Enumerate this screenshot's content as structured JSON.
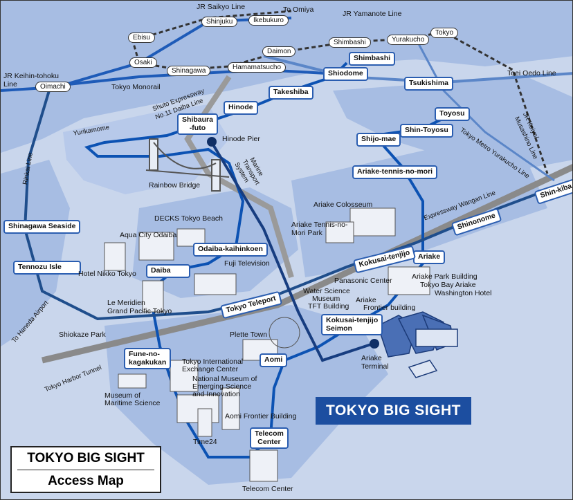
{
  "map_title": {
    "line1": "TOKYO BIG SIGHT",
    "line2": "Access Map"
  },
  "destination": "TOKYO BIG SIGHT",
  "jr_stations": {
    "shinjuku": "Shinjuku",
    "ikebukuro": "Ikebukuro",
    "ebisu": "Ebisu",
    "osaki": "Osaki",
    "shinagawa": "Shinagawa",
    "hamamatsucho": "Hamamatsucho",
    "daimon": "Daimon",
    "shimbashi_jr": "Shimbashi",
    "yurakucho": "Yurakucho",
    "tokyo": "Tokyo",
    "oimachi": "Oimachi"
  },
  "yurikamome_stations": {
    "shimbashi": "Shimbashi",
    "shiodome": "Shiodome",
    "takeshiba": "Takeshiba",
    "hinode": "Hinode",
    "shibaura_futo_1": "Shibaura",
    "shibaura_futo_2": "-futo",
    "odaiba_kaihinkoen": "Odaiba-kaihinkoen",
    "daiba": "Daiba",
    "fune_1": "Fune-no-",
    "fune_2": "kagakukan",
    "telecom_1": "Telecom",
    "telecom_2": "Center",
    "aomi": "Aomi",
    "kokusai_seimon_1": "Kokusai-tenjijo",
    "kokusai_seimon_2": "Seimon",
    "ariake": "Ariake",
    "ariake_tennis": "Ariake-tennis-no-mori",
    "shijo_mae": "Shijo-mae",
    "shin_toyosu": "Shin-Toyosu",
    "toyosu": "Toyosu"
  },
  "rinkai_stations": {
    "shinagawa_seaside": "Shinagawa Seaside",
    "tennozu_isle": "Tennozu Isle",
    "tokyo_teleport": "Tokyo Teleport",
    "kokusai_tenjijo": "Kokusai-tenjijo",
    "shinonome": "Shinonome",
    "shin_kiba": "Shin-kiba"
  },
  "other_stations": {
    "tsukishima": "Tsukishima"
  },
  "lines": {
    "jr_saikyo": "JR Saikyo Line",
    "to_omiya": "To Omiya",
    "jr_yamanote": "JR Yamanote Line",
    "jr_keihin_1": "JR Keihin-tohoku",
    "jr_keihin_2": "Line",
    "tokyo_monorail": "Tokyo Monorail",
    "toei_oedo": "Toei Oedo Line",
    "shuto_1": "Shuto Expressway",
    "shuto_2": "No.11 Daiba Line",
    "yurikamome": "Yurikamome",
    "rinkai": "Rinkai Line",
    "marine_1": "Marine",
    "marine_2": "Transport",
    "marine_3": "System",
    "metro_yurakucho": "Tokyo Metro Yurakucho Line",
    "jr_keiyo_1": "JR Keiyo/",
    "jr_keiyo_2": "Musashino Line",
    "expressway_wangan": "Expressway Wangan Line",
    "to_haneda": "To Haneda Airport",
    "harbor_tunnel": "Tokyo Harbor Tunnel"
  },
  "landmarks": {
    "hinode_pier": "Hinode Pier",
    "rainbow_bridge": "Rainbow Bridge",
    "decks": "DECKS Tokyo Beach",
    "aqua_city": "Aqua City Odaiba",
    "fuji_tv": "Fuji Television",
    "hotel_nikko": "Hotel Nikko Tokyo",
    "le_meridien_1": "Le Meridien",
    "le_meridien_2": "Grand Pacific Tokyo",
    "shiokaze": "Shiokaze Park",
    "ariake_colosseum": "Ariake Colosseum",
    "ariake_tennis_park_1": "Ariake Tennis-no-",
    "ariake_tennis_park_2": "Mori Park",
    "panasonic": "Panasonic Center",
    "ariake_park_1": "Ariake Park Building",
    "ariake_park_2": "Tokyo Bay  Ariake",
    "ariake_park_3": "Washington Hotel",
    "water_science_1": "Water Science",
    "water_science_2": "Museum",
    "tft": "TFT Building",
    "ariake_frontier_1": "Ariake",
    "ariake_frontier_2": "Frontier building",
    "palette_town": "Plette Town",
    "ariake_terminal_1": "Ariake",
    "ariake_terminal_2": "Terminal",
    "tokyo_intl_1": "Tokyo International",
    "tokyo_intl_2": "Exchange Center",
    "national_museum_1": "National Museum of",
    "national_museum_2": "Emerging Science",
    "national_museum_3": "and Innovation",
    "maritime_1": "Museum of",
    "maritime_2": "Maritime Science",
    "aomi_frontier": "Aomi Frontier Building",
    "time24": "Time24",
    "telecom_center": "Telecom Center"
  },
  "colors": {
    "sea": "#c9d6ec",
    "land": "#a7bde3",
    "yurikamome": "#0c52b3",
    "rinkai": "#1f4e8c",
    "accent": "#1c4ea0"
  }
}
